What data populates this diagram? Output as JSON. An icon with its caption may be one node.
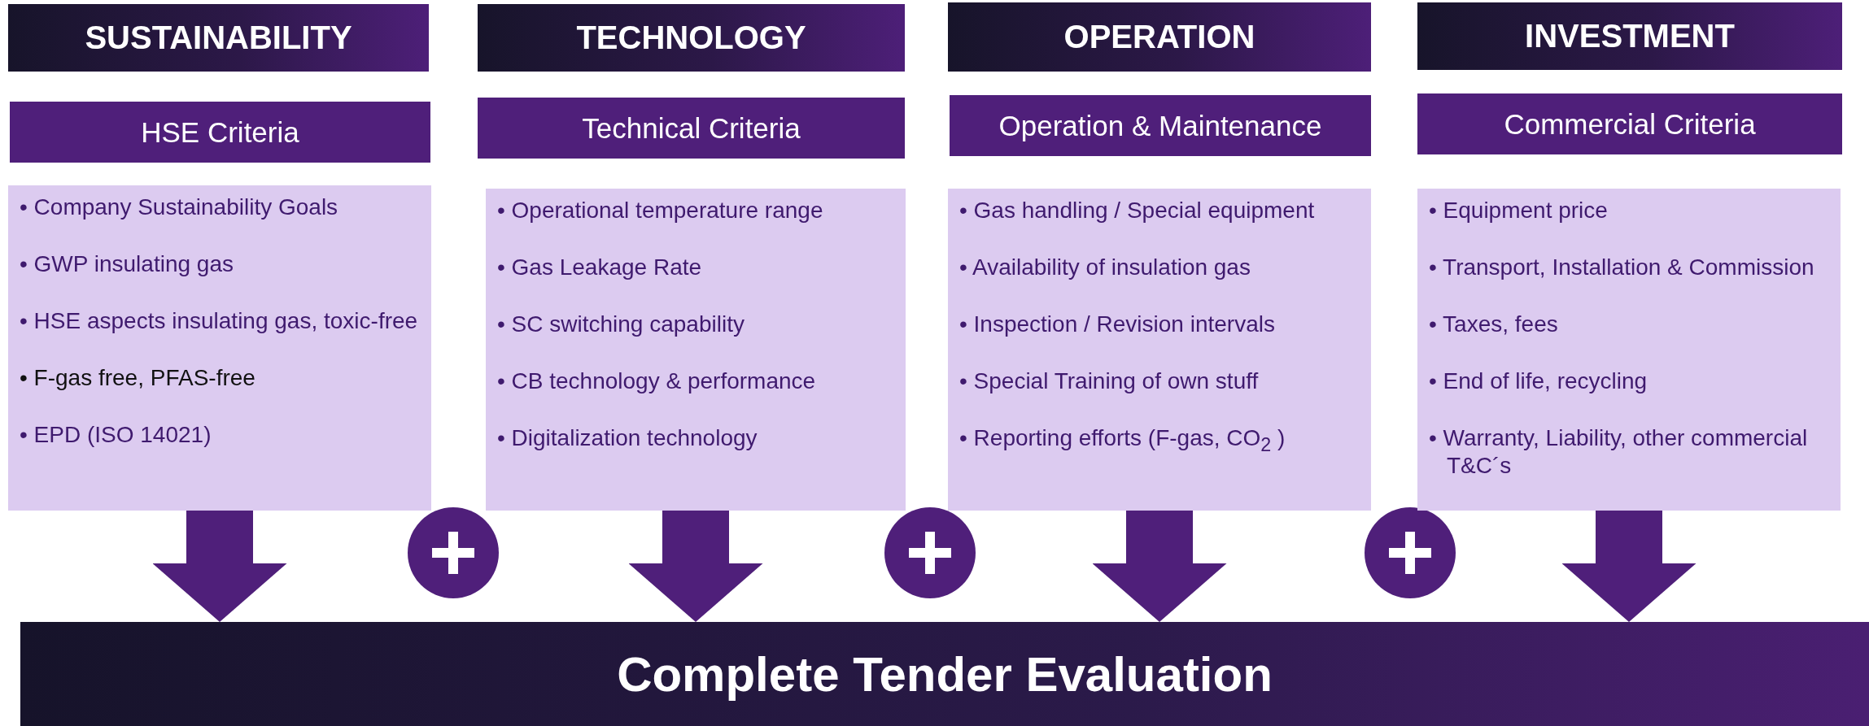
{
  "diagram": {
    "nodes": [
      {
        "text": [
          "SUSTAINABILITY"
        ]
      },
      {
        "text": [
          "HSE Criteria"
        ]
      },
      {
        "text": [
          "• Company Sustainability Goals",
          "• GWP insulating gas",
          "• HSE aspects insulating gas, toxic-free",
          "• F-gas free, PFAS-free",
          "• EPD (ISO 14021)"
        ]
      },
      {
        "text": [
          "TECHNOLOGY"
        ]
      },
      {
        "text": [
          "Technical Criteria"
        ]
      },
      {
        "text": [
          "• Operational temperature range",
          "• Gas Leakage Rate",
          "• SC switching capability",
          "• CB technology & performance",
          "• Digitalization technology"
        ]
      },
      {
        "text": [
          "OPERATION"
        ]
      },
      {
        "text": [
          "Operation & Maintenance"
        ]
      },
      {
        "text": [
          "• Gas handling / Special equipment",
          "• Availability of insulation gas",
          "• Inspection / Revision intervals",
          "• Special Training of own stuff",
          "• Reporting efforts (F-gas, CO$_{2}$ )"
        ]
      },
      {
        "text": [
          "INVESTMENT"
        ]
      },
      {
        "text": [
          "Commercial Criteria"
        ]
      },
      {
        "text": [
          "• Equipment price",
          "• Transport, Installation & Commission",
          "• Taxes, fees",
          "• End of life, recycling",
          "• Warranty, Liability, other commercial T&C´s"
        ]
      },
      {
        "text": [
          "Complete Tender Evaluation"
        ]
      }
    ],
    "edges": [
      {
        "from": 2,
        "to": 12,
        "arrow": "to"
      },
      {
        "from": 5,
        "to": 12,
        "arrow": "to"
      },
      {
        "from": 8,
        "to": 12,
        "arrow": "to"
      },
      {
        "from": 11,
        "to": 12,
        "arrow": "to"
      }
    ]
  }
}
